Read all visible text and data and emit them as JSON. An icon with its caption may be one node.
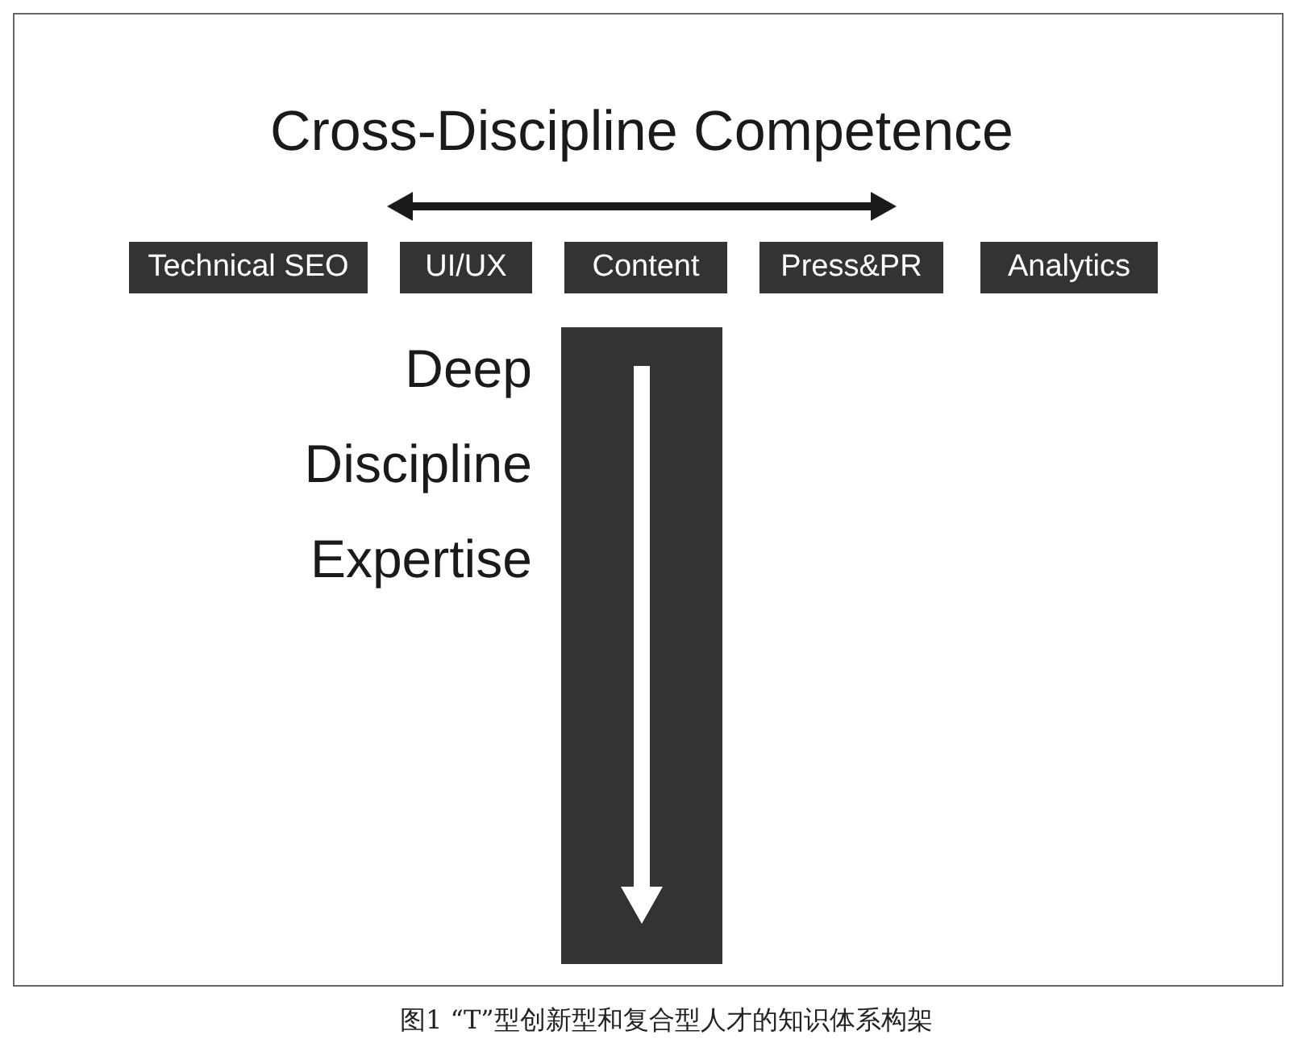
{
  "diagram": {
    "title": "Cross-Discipline Competence",
    "caption": "图1 “T”型创新型和复合型人才的知识体系构架",
    "nodes": [
      {
        "text": [
          "Technical SEO"
        ]
      },
      {
        "text": [
          "UI/UX"
        ]
      },
      {
        "text": [
          "Content"
        ]
      },
      {
        "text": [
          "Press&PR"
        ]
      },
      {
        "text": [
          "Analytics"
        ]
      },
      {
        "text": [],
        "shape": "bar",
        "beside": [
          "Deep Discipline Expertise"
        ]
      }
    ]
  }
}
